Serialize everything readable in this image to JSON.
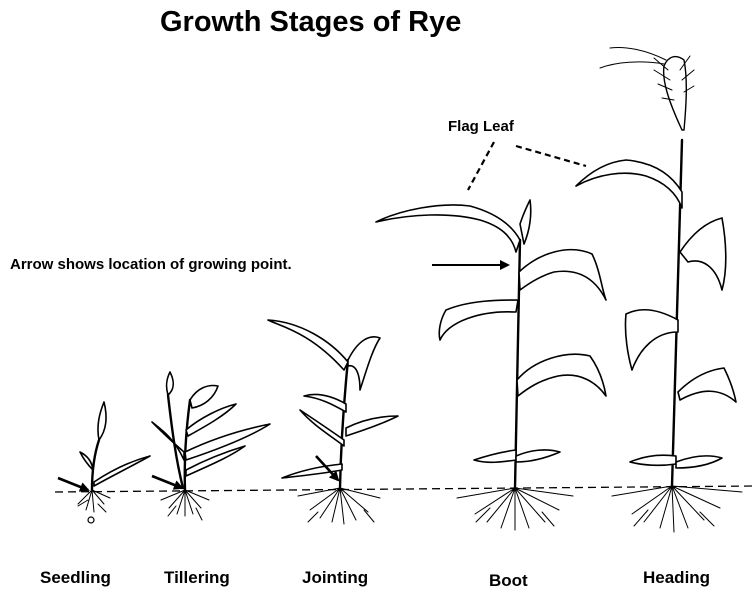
{
  "title": "Growth Stages of Rye",
  "annotations": {
    "flag_leaf": "Flag Leaf",
    "growing_point": "Arrow shows location of growing point."
  },
  "stages": [
    "Seedling",
    "Tillering",
    "Jointing",
    "Boot",
    "Heading"
  ],
  "icons": {
    "pointer_arrows": "arrow-right-icon",
    "plants": "rye-plant-illustration"
  }
}
